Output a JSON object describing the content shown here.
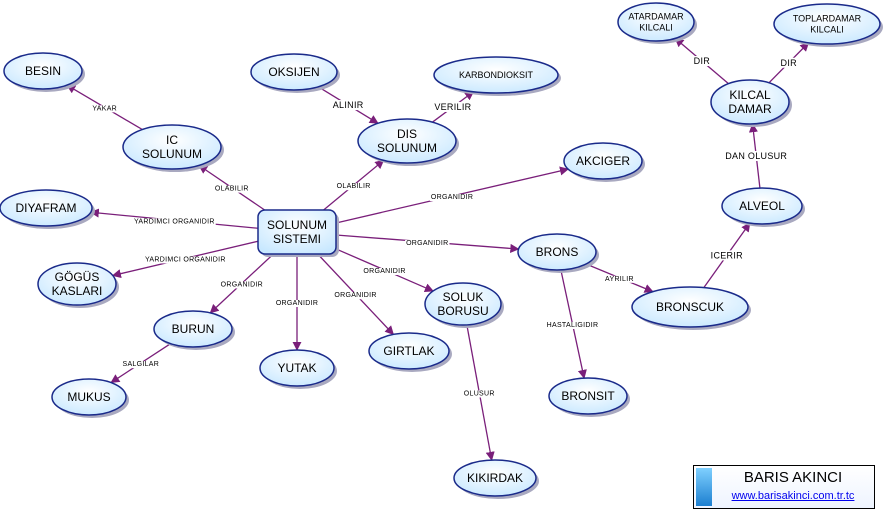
{
  "nodes": [
    {
      "id": "solunum",
      "lines": [
        "SOLUNUM",
        "SISTEMI"
      ],
      "shape": "rect"
    },
    {
      "id": "besin",
      "lines": [
        "BESIN"
      ]
    },
    {
      "id": "oksijen",
      "lines": [
        "OKSIJEN"
      ]
    },
    {
      "id": "karbondioksit",
      "lines": [
        "KARBONDIOKSIT"
      ],
      "small": true
    },
    {
      "id": "ic-solunum",
      "lines": [
        "IC",
        "SOLUNUM"
      ]
    },
    {
      "id": "dis-solunum",
      "lines": [
        "DIS",
        "SOLUNUM"
      ]
    },
    {
      "id": "akciger",
      "lines": [
        "AKCIGER"
      ]
    },
    {
      "id": "diyafram",
      "lines": [
        "DIYAFRAM"
      ]
    },
    {
      "id": "gogus-kaslari",
      "lines": [
        "GÖGÜS",
        "KASLARI"
      ]
    },
    {
      "id": "burun",
      "lines": [
        "BURUN"
      ]
    },
    {
      "id": "mukus",
      "lines": [
        "MUKUS"
      ]
    },
    {
      "id": "yutak",
      "lines": [
        "YUTAK"
      ]
    },
    {
      "id": "girtlak",
      "lines": [
        "GIRTLAK"
      ]
    },
    {
      "id": "soluk-borusu",
      "lines": [
        "SOLUK",
        "BORUSU"
      ]
    },
    {
      "id": "kikirdak",
      "lines": [
        "KIKIRDAK"
      ]
    },
    {
      "id": "brons",
      "lines": [
        "BRONS"
      ]
    },
    {
      "id": "bronsit",
      "lines": [
        "BRONSIT"
      ]
    },
    {
      "id": "bronscuk",
      "lines": [
        "BRONSCUK"
      ]
    },
    {
      "id": "alveol",
      "lines": [
        "ALVEOL"
      ]
    },
    {
      "id": "kilcal-damar",
      "lines": [
        "KILCAL",
        "DAMAR"
      ]
    },
    {
      "id": "atardamar-kilcali",
      "lines": [
        "ATARDAMAR",
        "KILCALI"
      ],
      "small": true
    },
    {
      "id": "toplardamar-kilcali",
      "lines": [
        "TOPLARDAMAR",
        "KILCALI"
      ],
      "small": true
    }
  ],
  "links": [
    {
      "from": "ic-solunum",
      "to": "besin",
      "label": "YAKAR"
    },
    {
      "from": "oksijen",
      "to": "dis-solunum",
      "label": "ALINIR",
      "big": true
    },
    {
      "from": "dis-solunum",
      "to": "karbondioksit",
      "label": "VERILIR",
      "big": true
    },
    {
      "from": "solunum",
      "to": "ic-solunum",
      "label": "OLABILIR"
    },
    {
      "from": "solunum",
      "to": "dis-solunum",
      "label": "OLABILIR"
    },
    {
      "from": "solunum",
      "to": "akciger",
      "label": "ORGANIDIR"
    },
    {
      "from": "solunum",
      "to": "diyafram",
      "label": "YARDIMCI ORGANIDIR"
    },
    {
      "from": "solunum",
      "to": "gogus-kaslari",
      "label": "YARDIMCI ORGANIDIR"
    },
    {
      "from": "solunum",
      "to": "burun",
      "label": "ORGANIDIR"
    },
    {
      "from": "solunum",
      "to": "yutak",
      "label": "ORGANIDIR"
    },
    {
      "from": "solunum",
      "to": "girtlak",
      "label": "ORGANIDIR"
    },
    {
      "from": "solunum",
      "to": "soluk-borusu",
      "label": "ORGANIDIR"
    },
    {
      "from": "solunum",
      "to": "brons",
      "label": "ORGANIDIR"
    },
    {
      "from": "burun",
      "to": "mukus",
      "label": "SALGILAR"
    },
    {
      "from": "soluk-borusu",
      "to": "kikirdak",
      "label": "OLUSUR"
    },
    {
      "from": "brons",
      "to": "bronsit",
      "label": "HASTALIGIDIR"
    },
    {
      "from": "brons",
      "to": "bronscuk",
      "label": "AYRILIR"
    },
    {
      "from": "bronscuk",
      "to": "alveol",
      "label": "ICERIR",
      "big": true
    },
    {
      "from": "alveol",
      "to": "kilcal-damar",
      "label": "DAN OLUSUR",
      "big": true
    },
    {
      "from": "kilcal-damar",
      "to": "atardamar-kilcali",
      "label": "DIR",
      "big": true
    },
    {
      "from": "kilcal-damar",
      "to": "toplardamar-kilcali",
      "label": "DIR",
      "big": true
    }
  ],
  "credit": {
    "name": "BARIS AKINCI",
    "url": "www.barisakinci.com.tr.tc"
  },
  "colors": {
    "node_fill": "#d8f0ff",
    "node_stroke": "#1a2a8a",
    "link": "#7a1f7a",
    "shadow": "#a9a9c0"
  }
}
